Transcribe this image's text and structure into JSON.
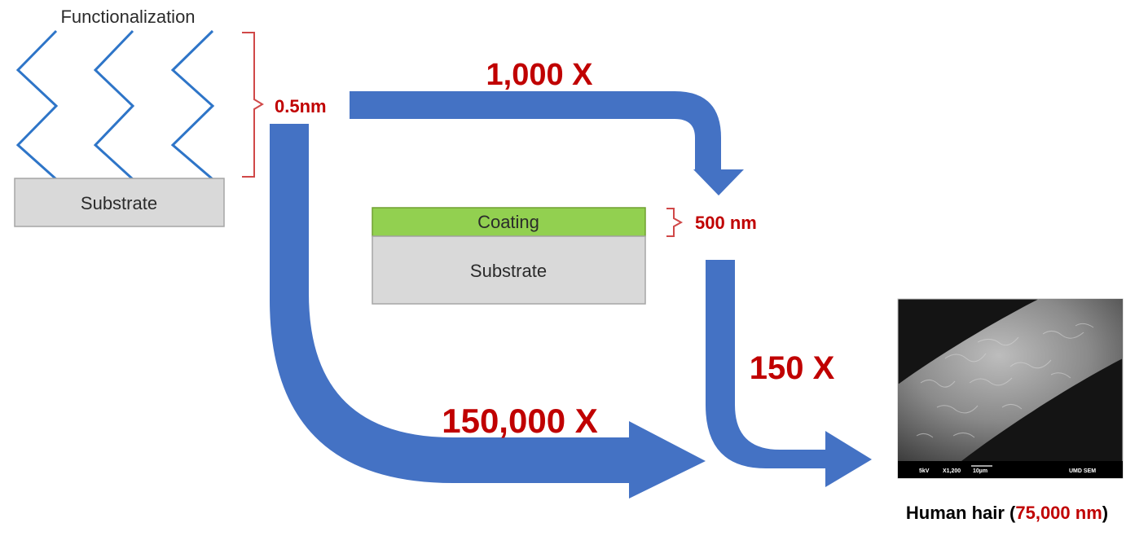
{
  "functionalization": {
    "title": "Functionalization",
    "substrate_label": "Substrate",
    "thickness_label": "0.5nm"
  },
  "coating": {
    "coating_label": "Coating",
    "substrate_label": "Substrate",
    "thickness_label": "500 nm"
  },
  "arrows": {
    "to_coating_label": "1,000 X",
    "to_hair_from_functionalization_label": "150,000 X",
    "to_hair_from_coating_label": "150 X"
  },
  "hair": {
    "caption_prefix": "Human hair (",
    "caption_value": "75,000 nm",
    "caption_suffix": ")",
    "sem_info": {
      "voltage": "5kV",
      "magnification": "X1,200",
      "scale": "10µm",
      "source": "UMD SEM"
    }
  },
  "colors": {
    "arrow": "#4472c4",
    "accent_red": "#c00000",
    "zigzag": "#2e75c8",
    "coating_green": "#92d050",
    "substrate_gray": "#d9d9d9",
    "bracket_red": "#d04848"
  }
}
